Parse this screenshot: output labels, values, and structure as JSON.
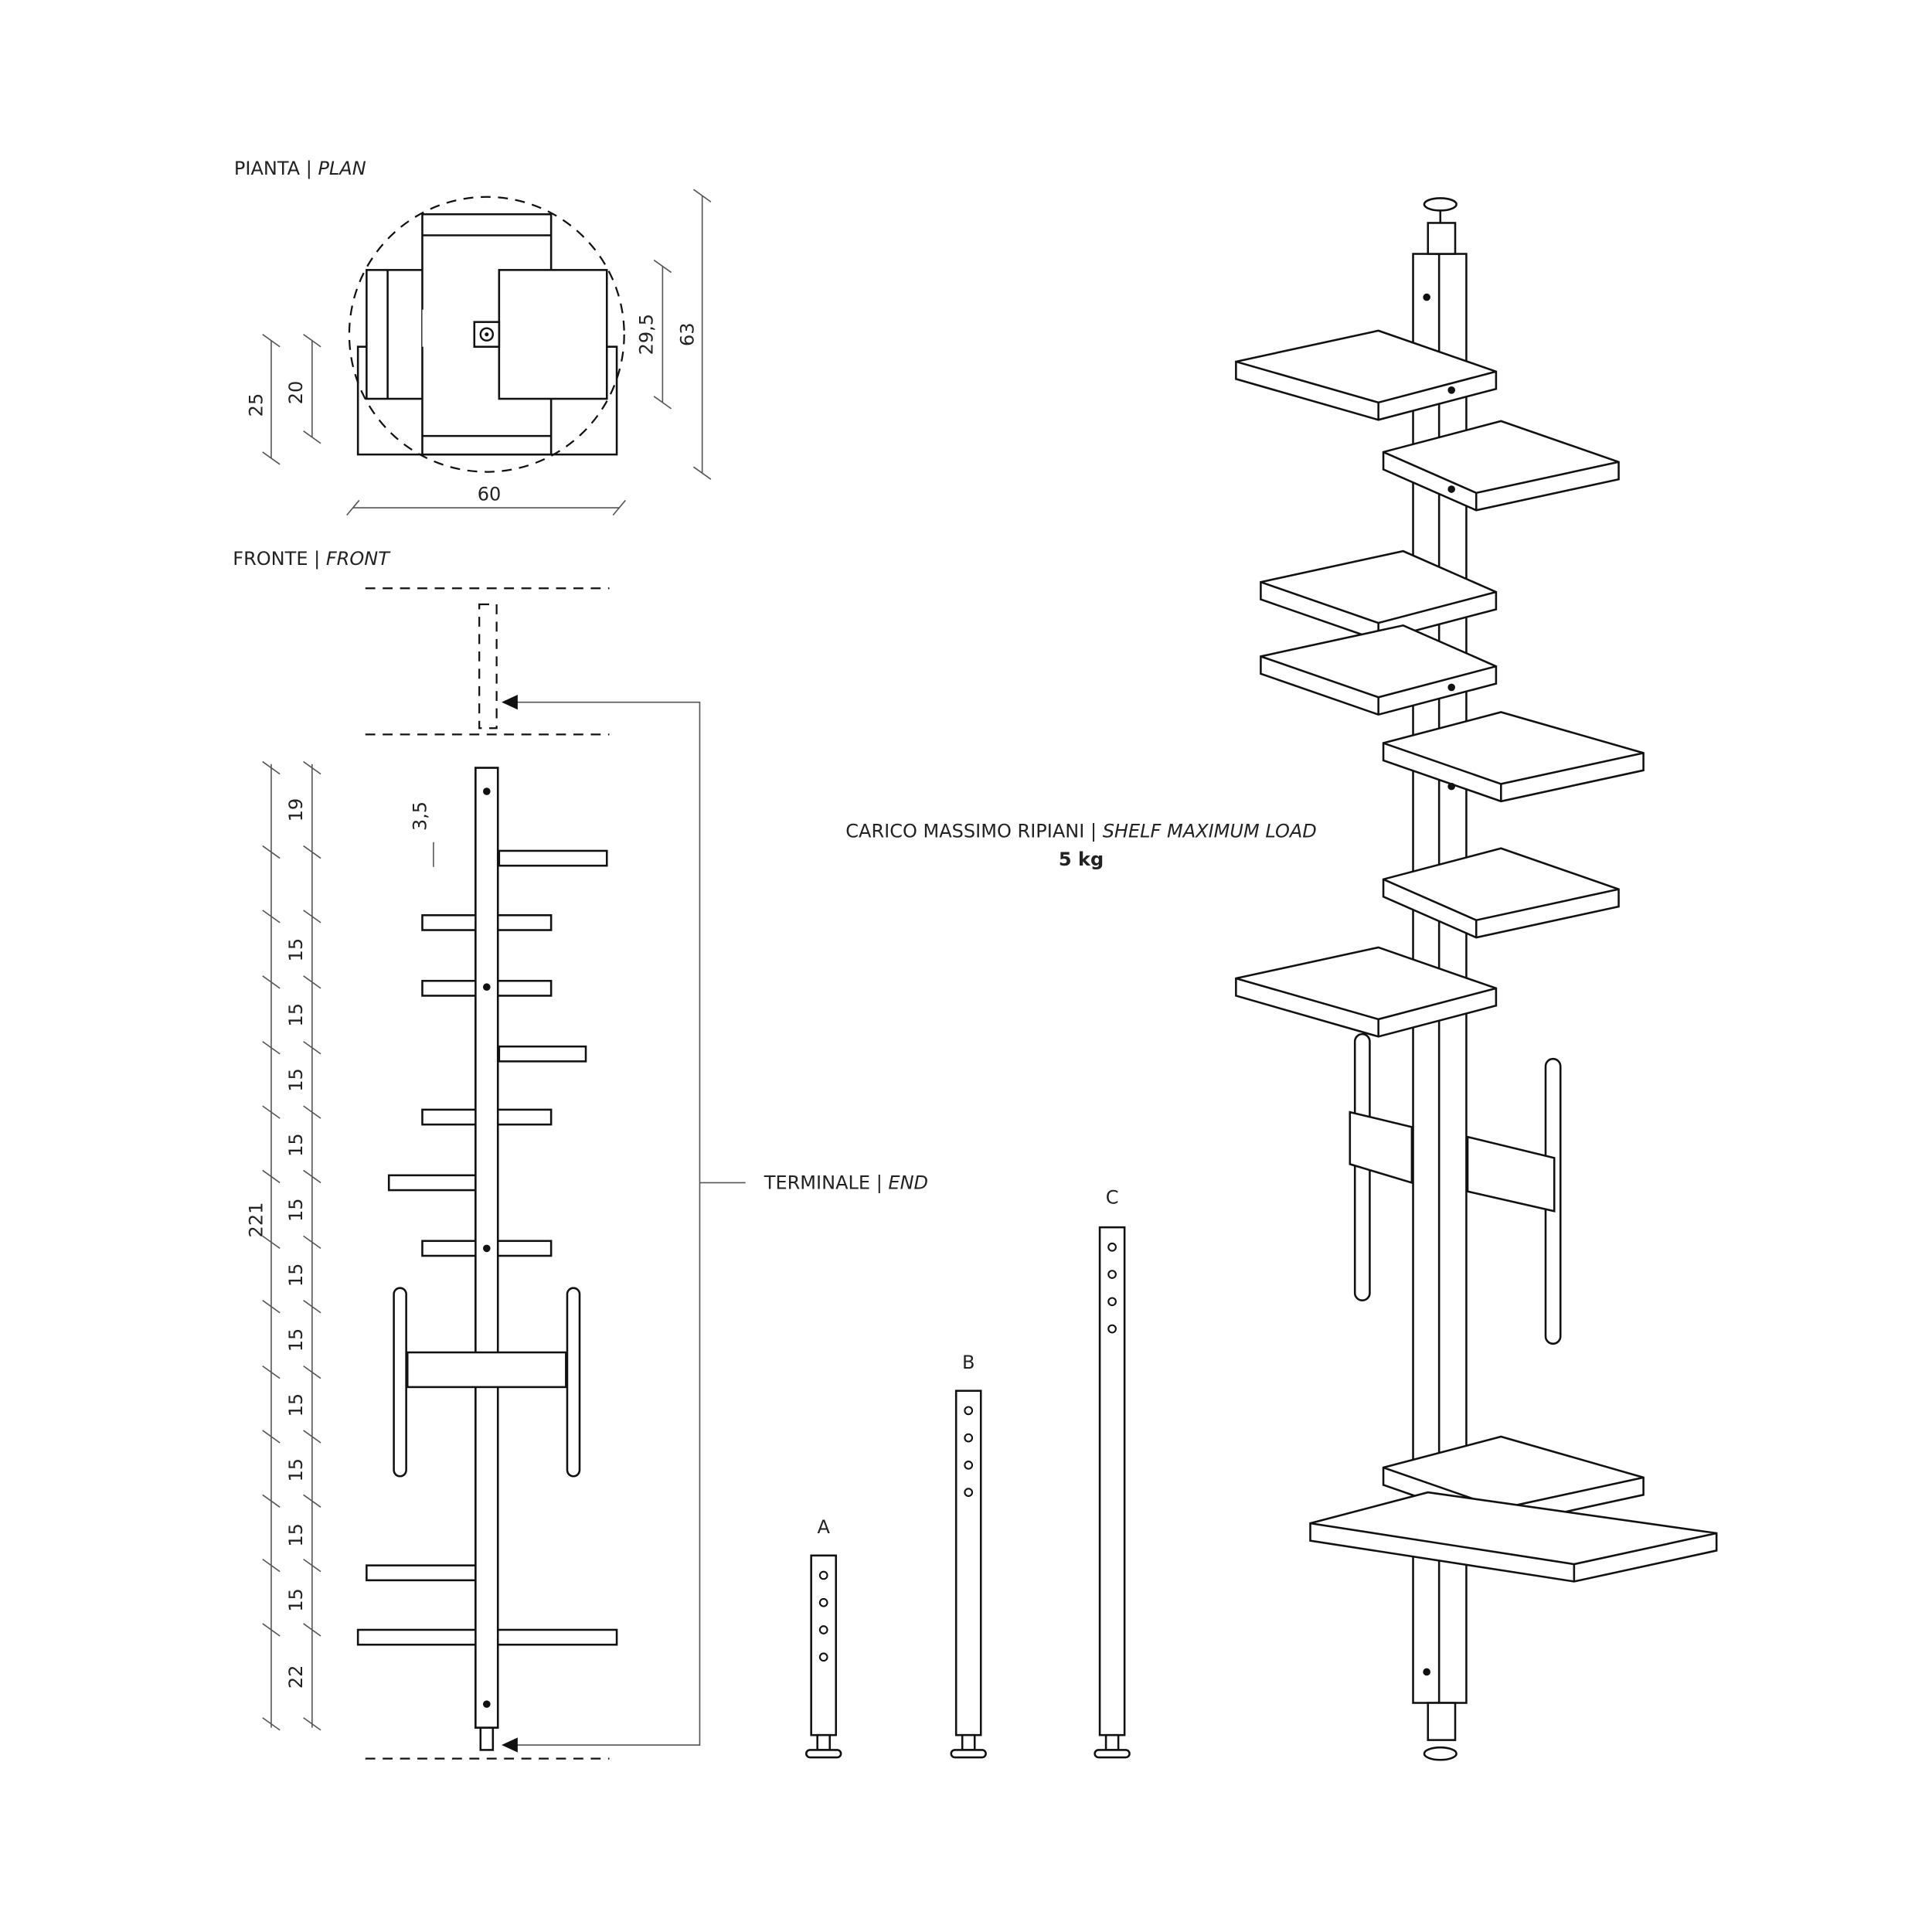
{
  "plan": {
    "title": "PIANTA",
    "title_en": "PLAN",
    "dims": {
      "width": "60",
      "depth": "63",
      "shelf_depth_a": "29,5",
      "shelf_depth_b": "25",
      "shelf_depth_c": "20"
    }
  },
  "front": {
    "title": "FRONTE",
    "title_en": "FRONT",
    "total": "221",
    "gap_top": "19",
    "gap_shelf": "3,5",
    "gaps": [
      "15",
      "15",
      "15",
      "15",
      "15",
      "15",
      "15",
      "15",
      "15",
      "15",
      "15"
    ],
    "gap_bottom": "22"
  },
  "end": {
    "label": "TERMINALE",
    "label_en": "END"
  },
  "load": {
    "label": "CARICO MASSIMO RIPIANI",
    "label_en": "SHELF MAXIMUM LOAD",
    "value": "5 kg"
  },
  "pieces": [
    "A",
    "B",
    "C"
  ]
}
